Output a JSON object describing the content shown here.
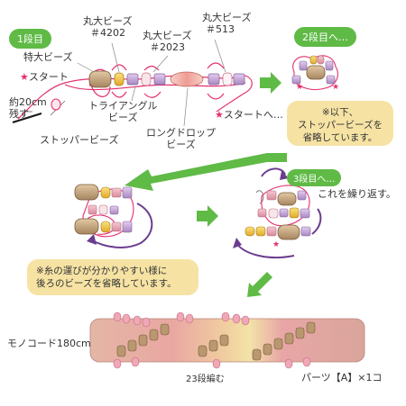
{
  "step1": {
    "label": "1段目",
    "tokudai": "特大ビーズ",
    "start": "スタート",
    "remain_line1": "約20cm",
    "remain_line2": "残す",
    "stopper": "ストッパービーズ",
    "maru1_line1": "丸大ビーズ",
    "maru1_line2": "＃4202",
    "maru2_line1": "丸大ビーズ",
    "maru2_line2": "＃2023",
    "maru3_line1": "丸大ビーズ",
    "maru3_line2": "＃513",
    "triangle_line1": "トライアングル",
    "triangle_line2": "ビーズ",
    "longdrop_line1": "ロングドロップ",
    "longdrop_line2": "ビーズ",
    "start_to": "スタートへ…"
  },
  "step2": {
    "label": "2段目へ…",
    "note_line1": "※以下、",
    "note_line2": "ストッパービーズを",
    "note_line3": "省略しています。"
  },
  "step3": {
    "label": "3段目へ…",
    "repeat": "これを繰り返す。"
  },
  "note2": {
    "line1": "※糸の運びが分かりやすい様に",
    "line2": "後ろのビーズを省略しています。"
  },
  "bottom": {
    "cord": "モノコード180cm",
    "rows": "23段編む",
    "parts": "パーツ【A】×1コ"
  },
  "colors": {
    "green": "#5fba46",
    "thread": "#e5306d",
    "note_bg": "#f6e3a4",
    "bead_tan": "#c9a77f",
    "bead_pink": "#e9a6b6",
    "bead_lilac": "#c8a8d8",
    "bead_yellow": "#f3cb3f",
    "arrow_purple": "#6b3d8f"
  }
}
